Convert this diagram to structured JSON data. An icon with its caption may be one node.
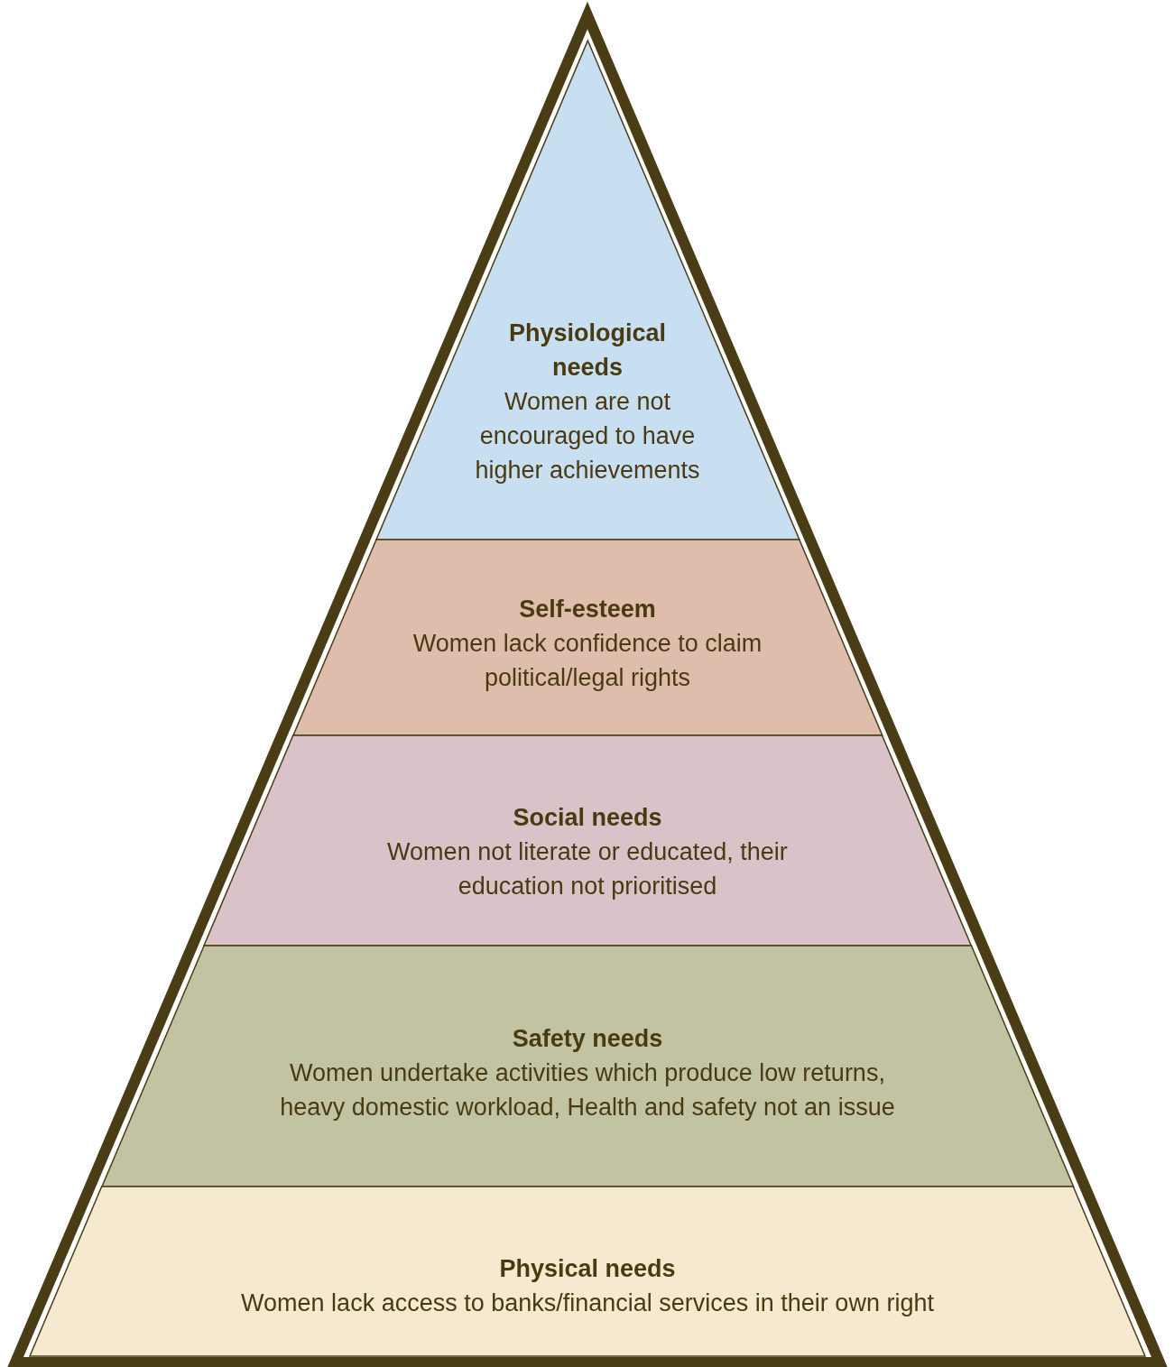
{
  "diagram": {
    "nodes": [
      {
        "text": [
          "Physiological needs",
          "Women are not encouraged to have higher achievements"
        ]
      },
      {
        "text": [
          "Self-esteem",
          "Women lack confidence to claim political/legal rights"
        ]
      },
      {
        "text": [
          "Social needs",
          "Women not literate or educated, their education not prioritised"
        ]
      },
      {
        "text": [
          "Safety needs",
          "Women undertake activities which produce low returns, heavy domestic workload, Health and safety not an issue"
        ]
      },
      {
        "text": [
          "Physical needs",
          "Women lack access to banks/financial services in their own right"
        ]
      }
    ]
  }
}
